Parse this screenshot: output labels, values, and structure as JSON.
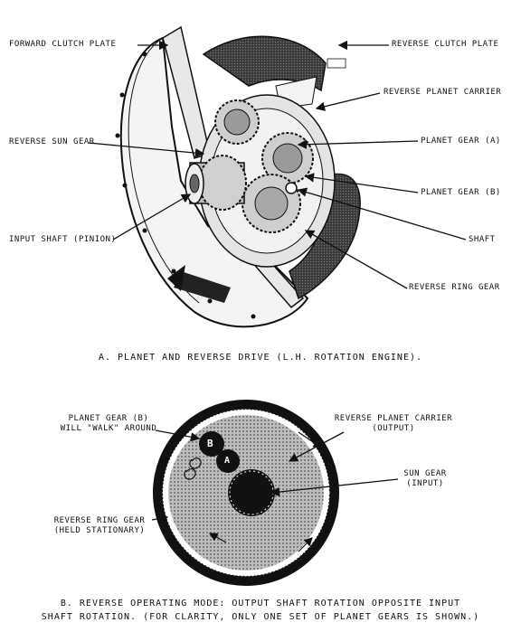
{
  "figure_a": {
    "labels": {
      "forward_clutch_plate": "FORWARD CLUTCH PLATE",
      "reverse_clutch_plate": "REVERSE CLUTCH PLATE",
      "reverse_planet_carrier": "REVERSE PLANET CARRIER",
      "reverse_sun_gear": "REVERSE SUN GEAR",
      "planet_gear_a": "PLANET GEAR (A)",
      "planet_gear_b": "PLANET GEAR (B)",
      "input_shaft": "INPUT SHAFT (PINION)",
      "shaft": "SHAFT",
      "reverse_ring_gear": "REVERSE RING GEAR"
    },
    "caption": "A.  PLANET AND REVERSE DRIVE (L.H. ROTATION ENGINE)."
  },
  "figure_b": {
    "labels": {
      "planet_gear_b_line1": "PLANET GEAR (B)",
      "planet_gear_b_line2": "WILL \"WALK\" AROUND",
      "reverse_planet_carrier_line1": "REVERSE PLANET CARRIER",
      "reverse_planet_carrier_line2": "(OUTPUT)",
      "sun_gear_line1": "SUN GEAR",
      "sun_gear_line2": "(INPUT)",
      "reverse_ring_gear_line1": "REVERSE RING GEAR",
      "reverse_ring_gear_line2": "(HELD STATIONARY)",
      "gear_b_letter": "B",
      "gear_a_letter": "A"
    },
    "caption_line1": "B.  REVERSE OPERATING MODE:  OUTPUT SHAFT ROTATION OPPOSITE INPUT",
    "caption_line2": "SHAFT ROTATION. (FOR CLARITY, ONLY ONE SET OF PLANET GEARS IS SHOWN.)"
  }
}
